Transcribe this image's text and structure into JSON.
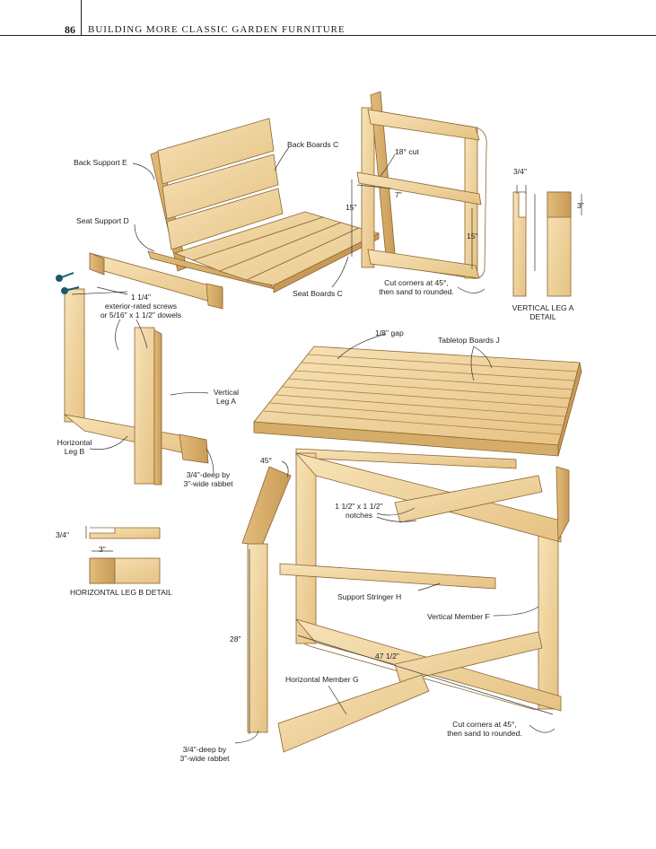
{
  "header": {
    "page_number": "86",
    "title": "BUILDING MORE CLASSIC GARDEN FURNITURE"
  },
  "labels": {
    "back_support": "Back Support E",
    "back_boards": "Back Boards C",
    "seat_support": "Seat Support D",
    "seat_boards": "Seat Boards C",
    "cut18": "18° cut",
    "dim15a": "15\"",
    "dim7": "7\"",
    "dim15b": "15\"",
    "cut_corners1_a": "Cut corners at 45°,",
    "cut_corners1_b": "then sand to rounded.",
    "dim34": "3/4\"",
    "dim3": "3\"",
    "vert_detail_a": "VERTICAL LEG A",
    "vert_detail_b": "DETAIL",
    "screws_a": "1 1/4\"",
    "screws_b": "exterior-rated screws",
    "screws_c": "or 5/16\" x 1 1/2\" dowels",
    "vertical_leg_a": "Vertical",
    "vertical_leg_b": "Leg A",
    "horizontal_leg_a": "Horizontal",
    "horizontal_leg_b": "Leg B",
    "rabbet1_a": "3/4\"-deep by",
    "rabbet1_b": "3\"-wide rabbet",
    "hdet_34": "3/4\"",
    "hdet_3": "3\"",
    "hdet_title": "HORIZONTAL LEG B DETAIL",
    "gap": "1/8\" gap",
    "tabletop": "Tabletop Boards J",
    "deg45": "45°",
    "notches_a": "1 1/2\" x 1 1/2\"",
    "notches_b": "notches",
    "stringer": "Support Stringer H",
    "vertical_member": "Vertical Member F",
    "dim28": "28\"",
    "dim47": "47 1/2\"",
    "horizontal_member": "Horizontal Member G",
    "cut_corners2_a": "Cut corners at 45°,",
    "cut_corners2_b": "then sand to rounded.",
    "rabbet2_a": "3/4\"-deep by",
    "rabbet2_b": "3\"-wide rabbet"
  },
  "colors": {
    "wood": "#f3d9a8",
    "wood_dark": "#dcb577",
    "wood_edge": "#b88a4a",
    "line": "#333333"
  }
}
